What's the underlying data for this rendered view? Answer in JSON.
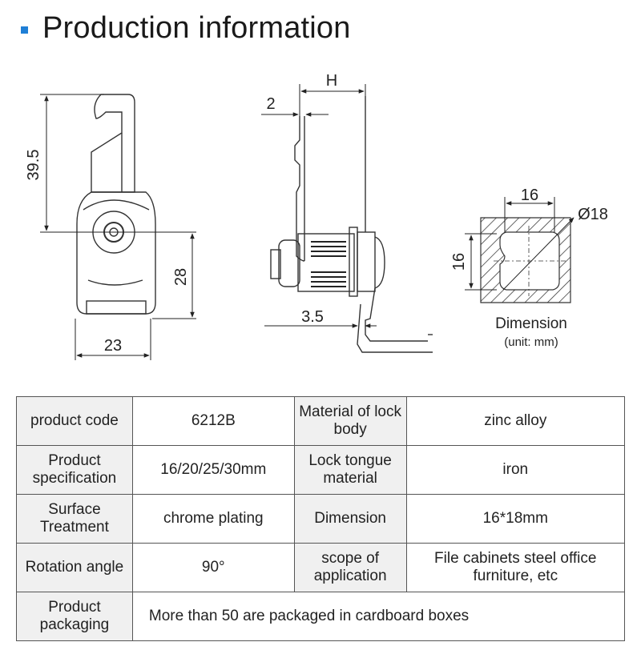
{
  "header": {
    "title": "Production information",
    "accent_color": "#1f7fd6"
  },
  "drawing": {
    "front": {
      "height_label": "39.5",
      "lower_height_label": "28",
      "width_label": "23"
    },
    "side": {
      "h_label": "H",
      "thickness_label": "2",
      "offset_label": "3.5"
    },
    "hole": {
      "width_label": "16",
      "height_label": "16",
      "diameter_label": "Ø18",
      "caption": "Dimension",
      "unit": "(unit: mm)"
    }
  },
  "spec_table": {
    "rows": [
      [
        "product code",
        "6212B",
        "Material of lock body",
        "zinc alloy"
      ],
      [
        "Product specification",
        "16/20/25/30mm",
        "Lock tongue material",
        "iron"
      ],
      [
        "Surface Treatment",
        "chrome plating",
        "Dimension",
        "16*18mm"
      ],
      [
        "Rotation angle",
        "90°",
        "scope of application",
        "File cabinets steel office furniture, etc"
      ]
    ],
    "packaging": {
      "label": "Product packaging",
      "value": "More than 50 are packaged in cardboard boxes"
    }
  }
}
